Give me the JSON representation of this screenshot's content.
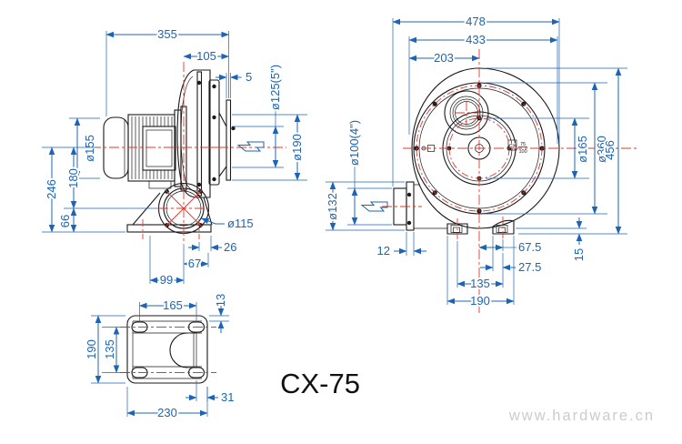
{
  "title": "CX-75",
  "watermark": "www.hardware.cn",
  "colors": {
    "dimension": "#1d64b5",
    "centerline": "#e0392e",
    "geometry": "#1a1a1a",
    "watermark": "#cccccc"
  },
  "views": {
    "side": {
      "label": "side-view",
      "dims": {
        "total_width": "355",
        "center_to_outlet": "105",
        "flange_thickness": "5",
        "outlet_bore": "ø125(5\")",
        "outlet_flange": "ø190",
        "motor_diameter": "ø155",
        "center_height": "246",
        "center_to_inlet": "180",
        "inlet_height": "66",
        "inlet_bore": "ø115",
        "slot_to_edge": "26",
        "center_to_edge": "67",
        "slot_to_center": "99"
      }
    },
    "front": {
      "label": "front-view",
      "dims": {
        "total_width": "478",
        "body_width": "433",
        "edge_to_center": "203",
        "outlet_bore": "ø100(4\")",
        "outlet_flange": "ø132",
        "flange_thickness": "12",
        "hub_circle": "ø165",
        "bolt_circle": "ø360",
        "total_height": "456",
        "center_to_slot": "67.5",
        "edge_to_slot": "27.5",
        "slot_spacing": "135",
        "foot_span": "190",
        "foot_height": "15"
      },
      "nameplate": {
        "brand": "CX",
        "line1": "75",
        "line2": "100"
      }
    },
    "base": {
      "label": "base-view",
      "dims": {
        "slot_span_x": "165",
        "edge_to_slot_top": "13",
        "plate_depth": "190",
        "slot_span_y": "135",
        "plate_width": "230",
        "slot_to_edge": "31"
      }
    }
  }
}
